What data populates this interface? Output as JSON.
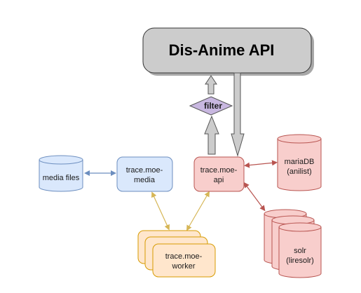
{
  "title": "Dis-Anime API",
  "nodes": {
    "filter": "filter",
    "media_files": "media files",
    "media": {
      "line1": "trace.moe-",
      "line2": "media"
    },
    "api": {
      "line1": "trace.moe-",
      "line2": "api"
    },
    "worker": {
      "line1": "trace.moe-",
      "line2": "worker"
    },
    "mariadb": {
      "line1": "mariaDB",
      "line2": "(anilist)"
    },
    "solr": {
      "line1": "solr",
      "line2": "(liresolr)"
    }
  },
  "colors": {
    "api_box_fill": "#cccccc",
    "blue_fill": "#dae8fc",
    "blue_stroke": "#6c8ebf",
    "red_fill": "#f8cecc",
    "red_stroke": "#b85450",
    "orange_fill": "#ffe6cc",
    "orange_stroke": "#d79b00",
    "filter_fill": "#c8b7e0",
    "yellow_arrow": "#d6b656"
  }
}
